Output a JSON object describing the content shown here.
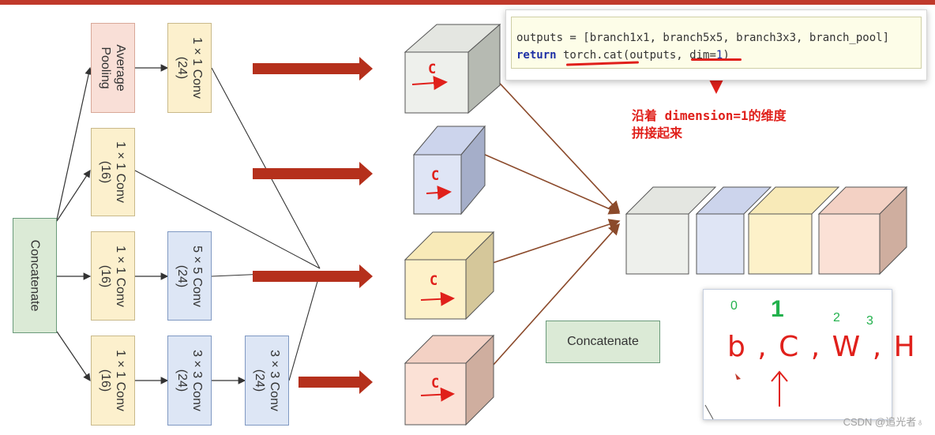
{
  "modules": {
    "left_concat": "Concatenate",
    "avg_pool": {
      "line1": "Average",
      "line2": "Pooling"
    },
    "conv1_24": {
      "line1": "1 × 1 Conv",
      "line2": "(24)"
    },
    "conv1_16_a": {
      "line1": "1 × 1 Conv",
      "line2": "(16)"
    },
    "conv1_16_b": {
      "line1": "1 × 1 Conv",
      "line2": "(16)"
    },
    "conv5_24": {
      "line1": "5 × 5 Conv",
      "line2": "(24)"
    },
    "conv1_16_c": {
      "line1": "1 × 1 Conv",
      "line2": "(16)"
    },
    "conv3_24_a": {
      "line1": "3 × 3 Conv",
      "line2": "(24)"
    },
    "conv3_24_b": {
      "line1": "3 × 3 Conv",
      "line2": "(24)"
    },
    "mid_concat": "Concatenate"
  },
  "cube_label": "C",
  "code": {
    "line1": "outputs = [branch1x1, branch5x5, branch3x3, branch_pool]",
    "return_kw": "return",
    "line2_a": " torch.cat(outputs, ",
    "line2_b": "dim=",
    "line2_num": "1",
    "line2_c": ")"
  },
  "note": {
    "line1": "沿着 dimension=1的维度",
    "line2": "拼接起来"
  },
  "handwritten": {
    "idx0": "0",
    "idx1": "1",
    "idx2": "2",
    "idx3": "3",
    "letters": "b , C , W , H"
  },
  "watermark": "CSDN @追光者♁",
  "colors": {
    "arrow_red": "#b5301c",
    "line_brown": "#8b4a2b",
    "note_red": "#e0201b",
    "hand_green": "#22b14c"
  }
}
